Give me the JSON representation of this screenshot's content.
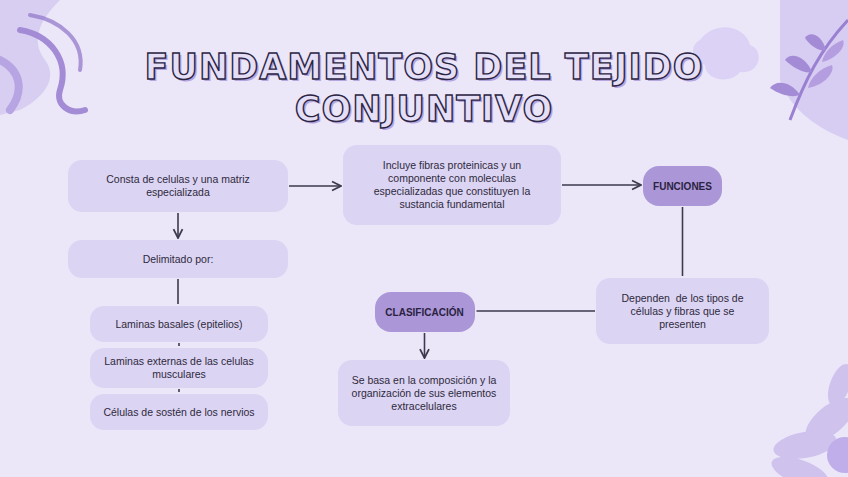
{
  "diagram": {
    "title": "FUNDAMENTOS DEL TEJIDO CONJUNTIVO",
    "nodes": [
      {
        "text": [
          "Consta de celulas y una matriz especializada"
        ]
      },
      {
        "text": [
          "Incluye fibras proteinicas y un componente con moleculas especializadas que constituyen la sustancia fundamental"
        ]
      },
      {
        "text": [
          "FUNCIONES"
        ]
      },
      {
        "text": [
          "Delimitado por:"
        ]
      },
      {
        "text": [
          "Laminas basales (epitelios)"
        ]
      },
      {
        "text": [
          "Laminas externas de las celulas musculares"
        ]
      },
      {
        "text": [
          "Células de sostén de los nervios"
        ]
      },
      {
        "text": [
          "CLASIFICACIÓN"
        ]
      },
      {
        "text": [
          "Dependen  de los tipos de células y fibras que se presenten"
        ]
      },
      {
        "text": [
          "Se basa en la composición y la organización de sus elementos extracelulares"
        ]
      }
    ],
    "edges": [
      {
        "from": 0,
        "to": 1,
        "arrow": "to"
      },
      {
        "from": 1,
        "to": 2,
        "arrow": "to"
      },
      {
        "from": 2,
        "to": 8,
        "arrow": "none"
      },
      {
        "from": 8,
        "to": 7,
        "arrow": "none"
      },
      {
        "from": 7,
        "to": 9,
        "arrow": "to"
      },
      {
        "from": 0,
        "to": 3,
        "arrow": "to"
      },
      {
        "from": 3,
        "to": 4,
        "arrow": "none"
      },
      {
        "from": 4,
        "to": 5,
        "arrow": "none"
      },
      {
        "from": 5,
        "to": 6,
        "arrow": "none"
      }
    ]
  }
}
